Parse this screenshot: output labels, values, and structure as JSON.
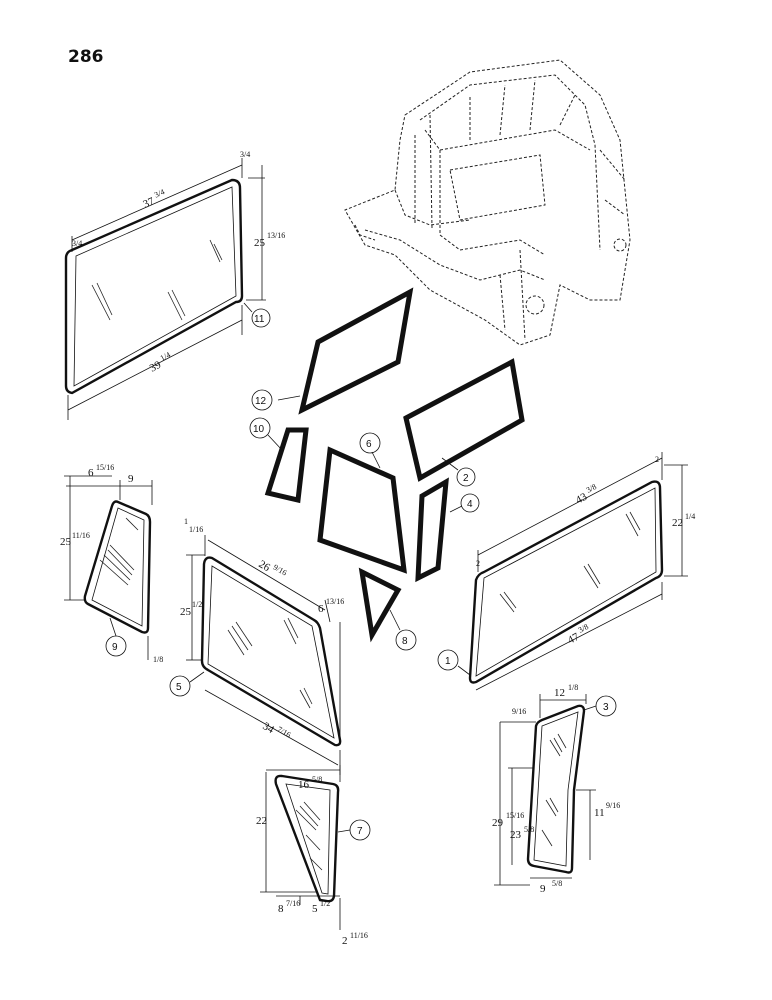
{
  "page_number": "286",
  "callouts": [
    "1",
    "2",
    "3",
    "4",
    "5",
    "6",
    "7",
    "8",
    "9",
    "10",
    "11",
    "12"
  ],
  "dimensions": {
    "p11": {
      "top_w": "37",
      "top_frac": "3/4",
      "bot_w": "39",
      "bot_frac": "1/4",
      "h": "25",
      "h_frac": "13/16",
      "corner_top": "3/4",
      "corner_left": "3/4"
    },
    "p9": {
      "w1": "6",
      "w1_frac": "15/16",
      "w2": "9",
      "h": "25",
      "h_frac": "11/16",
      "b": "1/8"
    },
    "p5": {
      "top_w": "26",
      "top_frac": "9/16",
      "h": "25",
      "h_frac": "1/2",
      "right": "6",
      "right_frac": "13/16",
      "bot_w": "34",
      "bot_frac": "7/16",
      "corner": "1/16",
      "corner_whole": "1"
    },
    "p1": {
      "top_w": "43",
      "top_frac": "3/8",
      "bot_w": "47",
      "bot_frac": "3/8",
      "h": "22",
      "h_frac": "1/4",
      "c1": "2",
      "c2": "2"
    },
    "p7": {
      "top_w": "16",
      "top_frac": "5/8",
      "h": "22",
      "b1": "8",
      "b1_frac": "7/16",
      "b2": "5",
      "b2_frac": "1/2",
      "b3": "2",
      "b3_frac": "11/16"
    },
    "p3": {
      "top_w": "12",
      "top_frac": "1/8",
      "c": "9/16",
      "h1": "29",
      "h1_frac": "15/16",
      "h2": "23",
      "h2_frac": "5/8",
      "h3": "11",
      "h3_frac": "9/16",
      "bot_w": "9",
      "bot_frac": "5/8"
    }
  }
}
